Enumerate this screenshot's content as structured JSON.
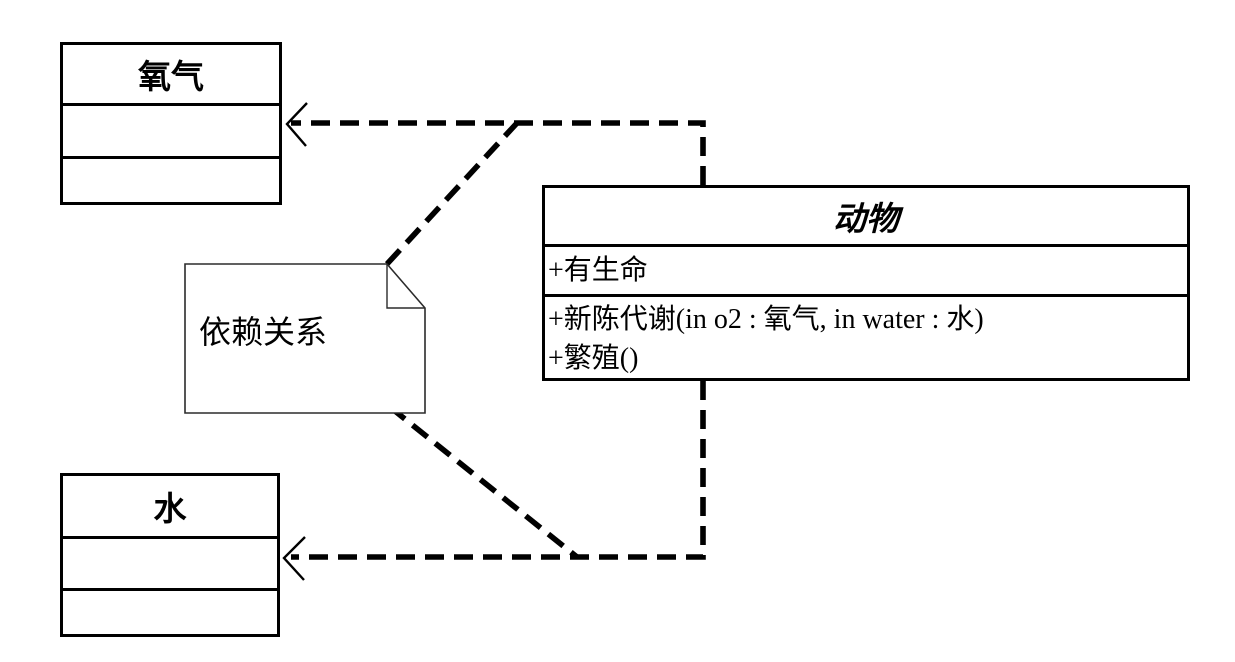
{
  "diagram": {
    "kind": "uml-class-diagram",
    "classes": {
      "oxygen": {
        "name": "氧气",
        "attributes": [],
        "operations": []
      },
      "animal": {
        "name": "动物",
        "abstract": true,
        "attributes": [
          "+有生命"
        ],
        "operations": [
          "+新陈代谢(in o2 : 氧气, in water : 水)",
          "+繁殖()"
        ]
      },
      "water": {
        "name": "水",
        "attributes": [],
        "operations": []
      }
    },
    "note": {
      "text": "依赖关系"
    },
    "relationships": [
      {
        "type": "dependency",
        "from": "动物",
        "to": "氧气",
        "style": "dashed-open-arrow"
      },
      {
        "type": "dependency",
        "from": "动物",
        "to": "水",
        "style": "dashed-open-arrow"
      }
    ],
    "colors": {
      "line": "#000000",
      "background": "#ffffff",
      "note_border": "#2b2b2b"
    }
  }
}
